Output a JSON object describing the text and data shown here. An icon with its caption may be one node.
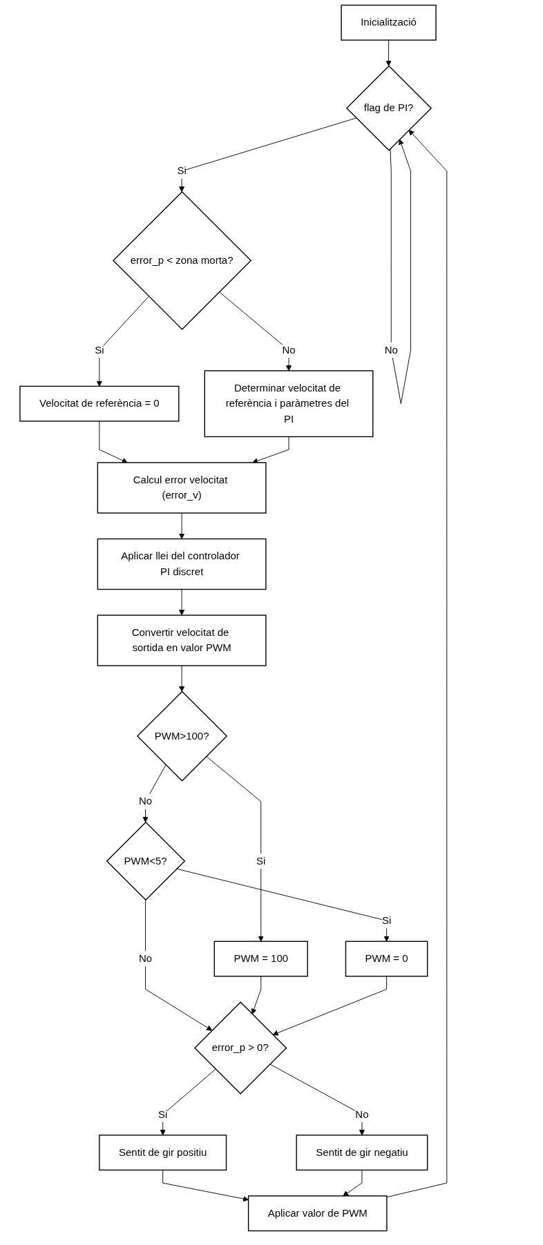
{
  "diagram": {
    "nodes": [
      {
        "text": [
          "Inicialització"
        ]
      },
      {
        "text": [
          "flag de PI?"
        ]
      },
      {
        "text": [
          "error_p < zona morta?"
        ]
      },
      {
        "text": [
          "Determinar velocitat de referència i paràmetres del PI"
        ]
      },
      {
        "text": [
          "Velocitat de referència = 0"
        ]
      },
      {
        "text": [
          "Calcul error velocitat (error_v)"
        ]
      },
      {
        "text": [
          "Aplicar llei del controlador PI discret"
        ]
      },
      {
        "text": [
          "Convertir velocitat de sortida en valor PWM"
        ]
      },
      {
        "text": [
          "PWM>100?"
        ]
      },
      {
        "text": [
          "PWM<5?"
        ]
      },
      {
        "text": [
          "PWM = 100"
        ]
      },
      {
        "text": [
          "PWM = 0"
        ]
      },
      {
        "text": [
          "error_p > 0?"
        ]
      },
      {
        "text": [
          "Sentit de gir positiu"
        ]
      },
      {
        "text": [
          "Sentit de gir negatiu"
        ]
      },
      {
        "text": [
          "Aplicar valor de PWM"
        ]
      }
    ],
    "edges": [
      {
        "from": 0,
        "to": 1,
        "arrow": "to"
      },
      {
        "from": 1,
        "to": 1,
        "arrow": "to",
        "label": "No"
      },
      {
        "from": 1,
        "to": 2,
        "arrow": "to",
        "label": "Si"
      },
      {
        "from": 2,
        "to": 3,
        "arrow": "to",
        "label": "No"
      },
      {
        "from": 2,
        "to": 4,
        "arrow": "to",
        "label": "Si"
      },
      {
        "from": 4,
        "to": 5,
        "arrow": "to"
      },
      {
        "from": 3,
        "to": 5,
        "arrow": "to"
      },
      {
        "from": 5,
        "to": 6,
        "arrow": "to"
      },
      {
        "from": 6,
        "to": 7,
        "arrow": "to"
      },
      {
        "from": 7,
        "to": 8,
        "arrow": "to"
      },
      {
        "from": 8,
        "to": 9,
        "arrow": "to",
        "label": "No"
      },
      {
        "from": 8,
        "to": 10,
        "arrow": "to",
        "label": "Si"
      },
      {
        "from": 9,
        "to": 11,
        "arrow": "to",
        "label": "Si"
      },
      {
        "from": 9,
        "to": 12,
        "arrow": "to",
        "label": "No"
      },
      {
        "from": 10,
        "to": 12,
        "arrow": "to"
      },
      {
        "from": 11,
        "to": 12,
        "arrow": "to"
      },
      {
        "from": 12,
        "to": 13,
        "arrow": "to",
        "label": "Si"
      },
      {
        "from": 12,
        "to": 14,
        "arrow": "to",
        "label": "No"
      },
      {
        "from": 13,
        "to": 15,
        "arrow": "to"
      },
      {
        "from": 14,
        "to": 15,
        "arrow": "to"
      },
      {
        "from": 15,
        "to": 1,
        "arrow": "to"
      }
    ]
  }
}
